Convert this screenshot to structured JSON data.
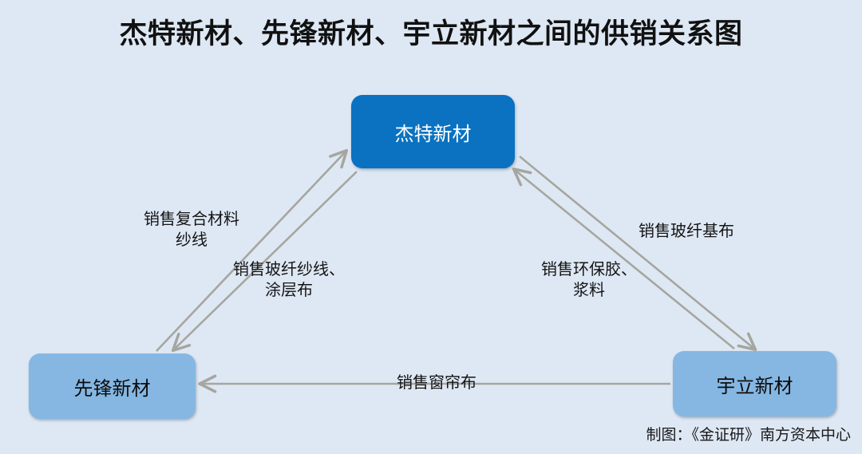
{
  "title": "杰特新材、先锋新材、宇立新材之间的供销关系图",
  "background_color": "#dee8f4",
  "nodes": [
    {
      "id": "jite",
      "label": "杰特新材",
      "color": "#0a72c0",
      "text_color": "#ffffff"
    },
    {
      "id": "xianfeng",
      "label": "先锋新材",
      "color": "#85b7e2",
      "text_color": "#0d0d0d"
    },
    {
      "id": "yuli",
      "label": "宇立新材",
      "color": "#85b7e2",
      "text_color": "#0d0d0d"
    }
  ],
  "edges": [
    {
      "id": "xianfeng-to-jite",
      "from": "先锋新材",
      "to": "杰特新材",
      "label": "销售复合材料\n纱线"
    },
    {
      "id": "jite-to-xianfeng",
      "from": "杰特新材",
      "to": "先锋新材",
      "label": "销售玻纤纱线、\n涂层布"
    },
    {
      "id": "jite-to-yuli",
      "from": "杰特新材",
      "to": "宇立新材",
      "label": "销售玻纤基布"
    },
    {
      "id": "yuli-to-jite",
      "from": "宇立新材",
      "to": "杰特新材",
      "label": "销售环保胶、\n浆料"
    },
    {
      "id": "yuli-to-xianfeng",
      "from": "宇立新材",
      "to": "先锋新材",
      "label": "销售窗帘布"
    }
  ],
  "edge_color": "#a6a6a0",
  "credit": "制图：《金证研》南方资本中心"
}
